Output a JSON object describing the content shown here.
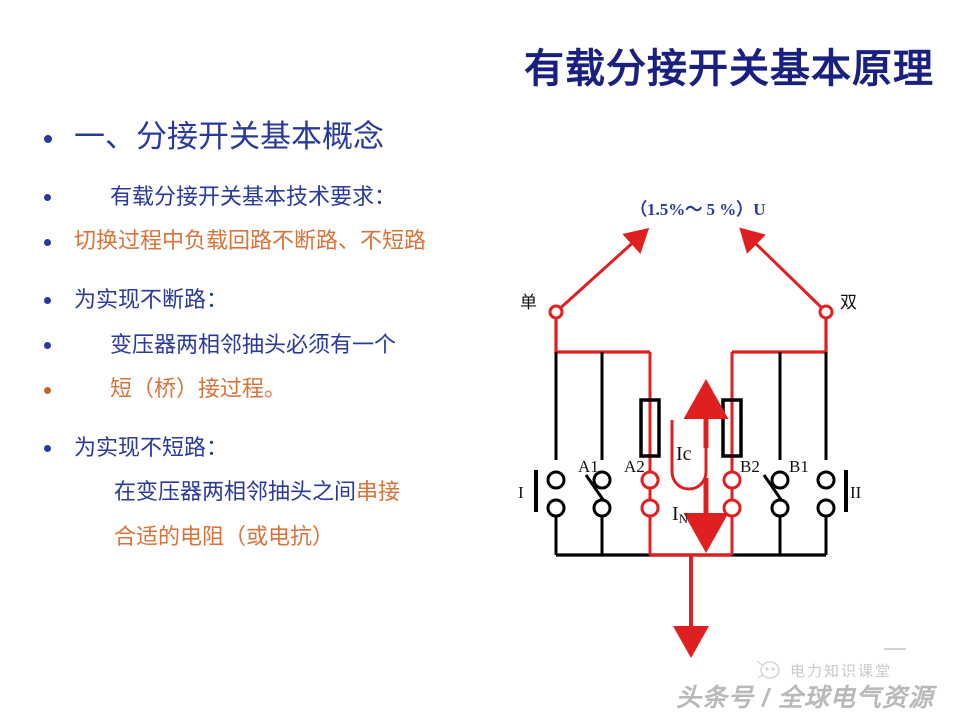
{
  "slide": {
    "title": "有载分接开关基本原理",
    "title_color": "#1a2080",
    "accent_navy": "#2a3a9c",
    "accent_orange": "#d9733a",
    "wire_red": "#e02020",
    "wire_black": "#000000"
  },
  "bullets": [
    {
      "level": 1,
      "text": "一、分接开关基本概念",
      "color": "navy",
      "bullet": "navy"
    },
    {
      "level": 2,
      "text": "有载分接开关基本技术要求：",
      "color": "navy",
      "bullet": "navy"
    },
    {
      "level": 2,
      "text": "切换过程中负载回路不断路、不短路",
      "color": "orange",
      "bullet": "navy"
    },
    {
      "level": 2,
      "text": "为实现不断路：",
      "color": "navy",
      "bullet": "navy"
    },
    {
      "level": 2,
      "text": "变压器两相邻抽头必须有一个",
      "color": "navy",
      "bullet": "navy"
    },
    {
      "level": 2,
      "text": "短（桥）接过程。",
      "color": "orange",
      "bullet": "orange"
    },
    {
      "level": 2,
      "text": "为实现不短路：",
      "color": "navy",
      "bullet": "navy"
    },
    {
      "level": 2,
      "text_navy": "在变压器两相邻抽头之间",
      "text_orange": "串接",
      "color": "mixed",
      "bullet": "none"
    },
    {
      "level": 2,
      "text": "合适的电阻（或电抗）",
      "color": "orange",
      "bullet": "none"
    }
  ],
  "diagram": {
    "voltage_label": "（1.5%～ 5 %）U",
    "terminal_left_label": "单",
    "terminal_right_label": "双",
    "selector_left_label": "I",
    "selector_right_label": "II",
    "contacts": [
      {
        "id": "A1",
        "label": "A1",
        "state": "open",
        "color": "black"
      },
      {
        "id": "A2",
        "label": "A2",
        "state": "closed",
        "color": "red"
      },
      {
        "id": "B2",
        "label": "B2",
        "state": "closed",
        "color": "red"
      },
      {
        "id": "B1",
        "label": "B1",
        "state": "open",
        "color": "black"
      }
    ],
    "current_circulating": "Ic",
    "current_load": "I",
    "current_load_sub": "N",
    "resistor_count": 2
  },
  "watermark": {
    "main": "头条号 / 全球电气资源",
    "sub": "电力知识课堂"
  }
}
